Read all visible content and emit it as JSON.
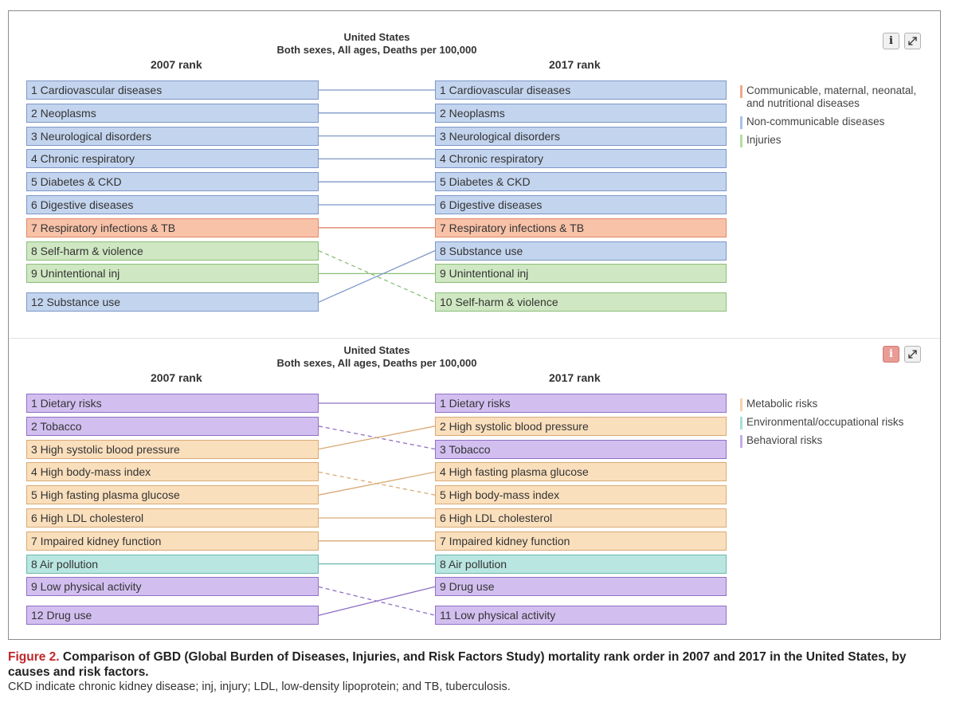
{
  "panels": [
    {
      "country": "United States",
      "subtitle": "Both sexes, All ages, Deaths per 100,000",
      "left_title": "2007 rank",
      "right_title": "2017 rank",
      "info_style": "gray",
      "left": [
        {
          "label": "1 Cardiovascular diseases",
          "cat": "ncd",
          "row": 0
        },
        {
          "label": "2 Neoplasms",
          "cat": "ncd",
          "row": 1
        },
        {
          "label": "3 Neurological disorders",
          "cat": "ncd",
          "row": 2
        },
        {
          "label": "4 Chronic respiratory",
          "cat": "ncd",
          "row": 3
        },
        {
          "label": "5 Diabetes & CKD",
          "cat": "ncd",
          "row": 4
        },
        {
          "label": "6 Digestive diseases",
          "cat": "ncd",
          "row": 5
        },
        {
          "label": "7 Respiratory infections & TB",
          "cat": "comm",
          "row": 6
        },
        {
          "label": "8 Self-harm & violence",
          "cat": "inj",
          "row": 7
        },
        {
          "label": "9 Unintentional inj",
          "cat": "inj",
          "row": 8
        },
        {
          "label": "12 Substance use",
          "cat": "ncd",
          "row": 9
        }
      ],
      "right": [
        {
          "label": "1 Cardiovascular diseases",
          "cat": "ncd",
          "row": 0
        },
        {
          "label": "2 Neoplasms",
          "cat": "ncd",
          "row": 1
        },
        {
          "label": "3 Neurological disorders",
          "cat": "ncd",
          "row": 2
        },
        {
          "label": "4 Chronic respiratory",
          "cat": "ncd",
          "row": 3
        },
        {
          "label": "5 Diabetes & CKD",
          "cat": "ncd",
          "row": 4
        },
        {
          "label": "6 Digestive diseases",
          "cat": "ncd",
          "row": 5
        },
        {
          "label": "7 Respiratory infections & TB",
          "cat": "comm",
          "row": 6
        },
        {
          "label": "8 Substance use",
          "cat": "ncd",
          "row": 7
        },
        {
          "label": "9 Unintentional inj",
          "cat": "inj",
          "row": 8
        },
        {
          "label": "10 Self-harm & violence",
          "cat": "inj",
          "row": 9
        }
      ],
      "links": [
        {
          "from": 0,
          "to": 0,
          "dashed": false
        },
        {
          "from": 1,
          "to": 1,
          "dashed": false
        },
        {
          "from": 2,
          "to": 2,
          "dashed": false
        },
        {
          "from": 3,
          "to": 3,
          "dashed": false
        },
        {
          "from": 4,
          "to": 4,
          "dashed": false
        },
        {
          "from": 5,
          "to": 5,
          "dashed": false
        },
        {
          "from": 6,
          "to": 6,
          "dashed": false
        },
        {
          "from": 7,
          "to": 9,
          "dashed": true
        },
        {
          "from": 8,
          "to": 8,
          "dashed": false
        },
        {
          "from": 9,
          "to": 7,
          "dashed": false
        }
      ],
      "legend": [
        {
          "label": "Communicable, maternal, neonatal, and nutritional diseases",
          "color": "#f1a78a"
        },
        {
          "label": "Non-communicable diseases",
          "color": "#a8c0e8"
        },
        {
          "label": "Injuries",
          "color": "#b6dca4"
        }
      ]
    },
    {
      "country": "United States",
      "subtitle": "Both sexes, All ages, Deaths per 100,000",
      "left_title": "2007 rank",
      "right_title": "2017 rank",
      "info_style": "red",
      "left": [
        {
          "label": "1 Dietary risks",
          "cat": "beh",
          "row": 0
        },
        {
          "label": "2 Tobacco",
          "cat": "beh",
          "row": 1
        },
        {
          "label": "3 High systolic blood pressure",
          "cat": "met",
          "row": 2
        },
        {
          "label": "4 High body-mass index",
          "cat": "met",
          "row": 3
        },
        {
          "label": "5 High fasting plasma glucose",
          "cat": "met",
          "row": 4
        },
        {
          "label": "6 High LDL cholesterol",
          "cat": "met",
          "row": 5
        },
        {
          "label": "7 Impaired kidney function",
          "cat": "met",
          "row": 6
        },
        {
          "label": "8 Air pollution",
          "cat": "env",
          "row": 7
        },
        {
          "label": "9 Low physical activity",
          "cat": "beh",
          "row": 8
        },
        {
          "label": "12 Drug use",
          "cat": "beh",
          "row": 9
        }
      ],
      "right": [
        {
          "label": "1 Dietary risks",
          "cat": "beh",
          "row": 0
        },
        {
          "label": "2 High systolic blood pressure",
          "cat": "met",
          "row": 1
        },
        {
          "label": "3 Tobacco",
          "cat": "beh",
          "row": 2
        },
        {
          "label": "4 High fasting plasma glucose",
          "cat": "met",
          "row": 3
        },
        {
          "label": "5 High body-mass index",
          "cat": "met",
          "row": 4
        },
        {
          "label": "6 High LDL cholesterol",
          "cat": "met",
          "row": 5
        },
        {
          "label": "7 Impaired kidney function",
          "cat": "met",
          "row": 6
        },
        {
          "label": "8 Air pollution",
          "cat": "env",
          "row": 7
        },
        {
          "label": "9 Drug use",
          "cat": "beh",
          "row": 8
        },
        {
          "label": "11 Low physical activity",
          "cat": "beh",
          "row": 9
        }
      ],
      "links": [
        {
          "from": 0,
          "to": 0,
          "dashed": false
        },
        {
          "from": 1,
          "to": 2,
          "dashed": true
        },
        {
          "from": 2,
          "to": 1,
          "dashed": false
        },
        {
          "from": 3,
          "to": 4,
          "dashed": true
        },
        {
          "from": 4,
          "to": 3,
          "dashed": false
        },
        {
          "from": 5,
          "to": 5,
          "dashed": false
        },
        {
          "from": 6,
          "to": 6,
          "dashed": false
        },
        {
          "from": 7,
          "to": 7,
          "dashed": false
        },
        {
          "from": 8,
          "to": 9,
          "dashed": true
        },
        {
          "from": 9,
          "to": 8,
          "dashed": false
        }
      ],
      "legend": [
        {
          "label": "Metabolic risks",
          "color": "#f6d3a8"
        },
        {
          "label": "Environmental/occupational risks",
          "color": "#a6dfd8"
        },
        {
          "label": "Behavioral risks",
          "color": "#c3acec"
        }
      ]
    }
  ],
  "category_colors": {
    "comm": {
      "fill": "#f8c2a8",
      "stroke": "#e08868"
    },
    "ncd": {
      "fill": "#c3d4ee",
      "stroke": "#7c97c8"
    },
    "inj": {
      "fill": "#cfe7c2",
      "stroke": "#8bbf7a"
    },
    "met": {
      "fill": "#fadfbd",
      "stroke": "#d9aa77"
    },
    "env": {
      "fill": "#b9e6e1",
      "stroke": "#6db7ad"
    },
    "beh": {
      "fill": "#d2bff0",
      "stroke": "#8f70c4"
    }
  },
  "info_glyph": "i",
  "icons": {
    "info": "info-icon",
    "expand": "expand-icon"
  },
  "caption": {
    "label": "Figure 2.",
    "title": "Comparison of GBD (Global Burden of Diseases, Injuries, and Risk Factors Study) mortality rank order in 2007 and 2017 in the United States, by causes and risk factors.",
    "note": "CKD indicate chronic kidney disease; inj, injury; LDL, low-density lipoprotein; and TB, tuberculosis."
  }
}
